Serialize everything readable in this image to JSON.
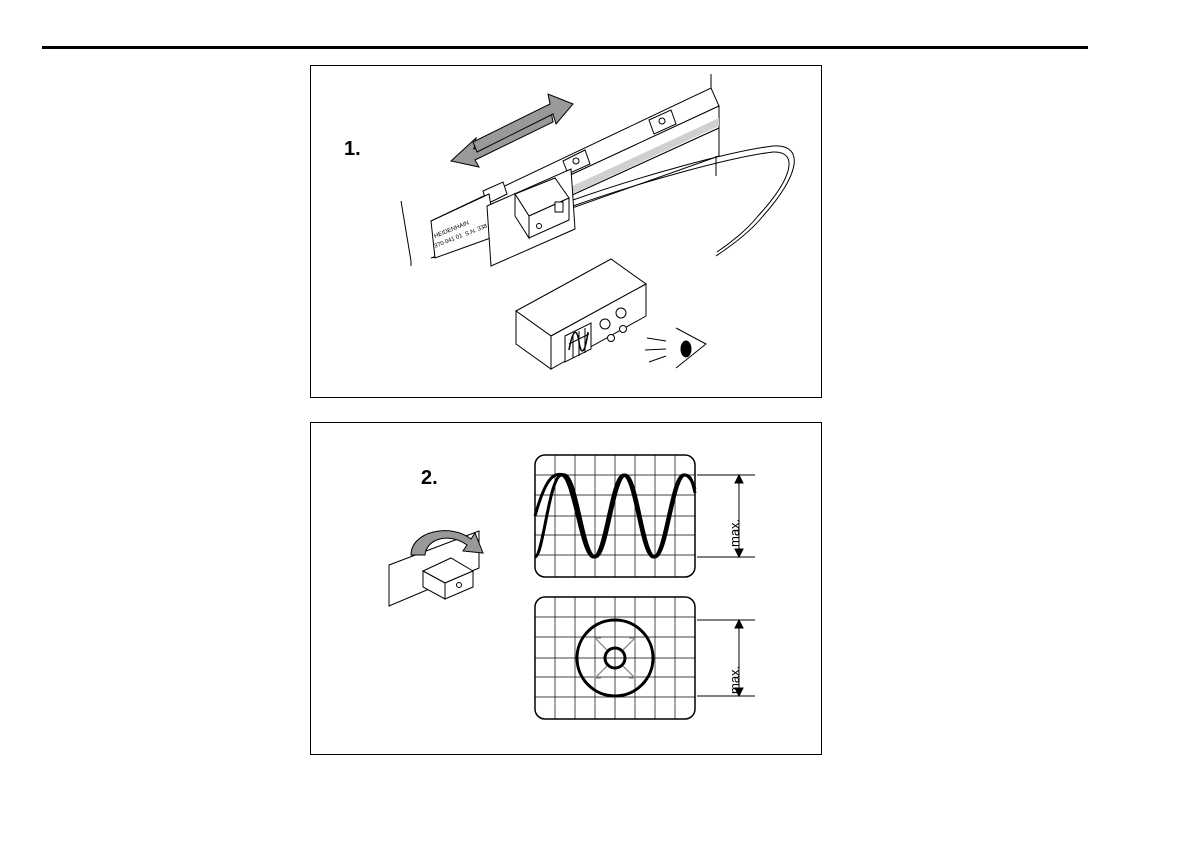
{
  "step1": {
    "label": "1."
  },
  "step2": {
    "label": "2.",
    "max_top": "max.",
    "max_bottom": "max."
  },
  "scale_text": {
    "brand": "HEIDENHAIN",
    "id": "370 041 01",
    "sn": "S.N. 338"
  },
  "colors": {
    "line": "#000000",
    "rail": "#d0d0d0",
    "arrow_fill": "#999999",
    "aux": "#8c8c8c"
  }
}
